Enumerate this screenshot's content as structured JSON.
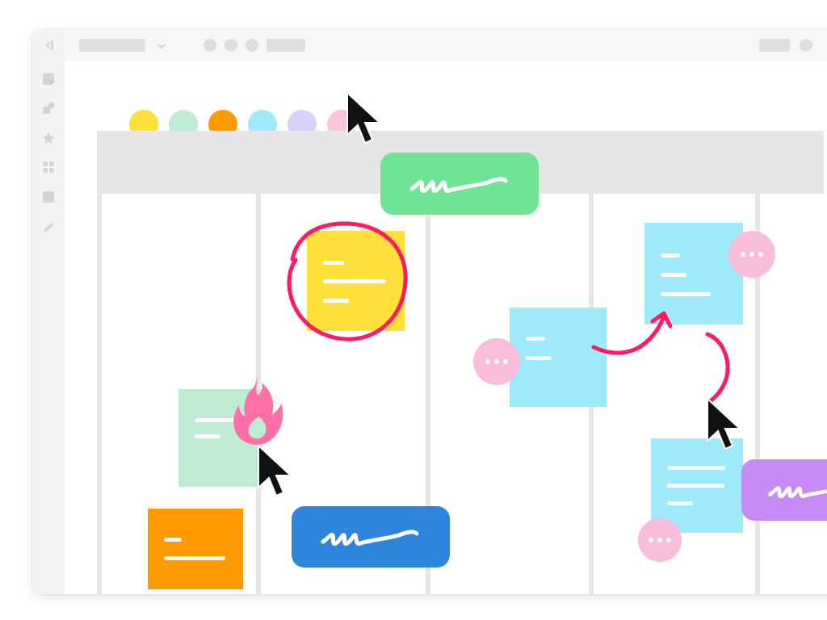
{
  "palette": {
    "swatches": [
      {
        "name": "yellow",
        "color": "#ffe03a"
      },
      {
        "name": "mint",
        "color": "#bfead4"
      },
      {
        "name": "orange",
        "color": "#ff9a00"
      },
      {
        "name": "cyan",
        "color": "#9eeafc"
      },
      {
        "name": "lavender",
        "color": "#d9d1fb"
      },
      {
        "name": "pink",
        "color": "#fbc4dd"
      }
    ]
  },
  "colors": {
    "note_yellow": "#ffe03a",
    "note_mint": "#bfead4",
    "note_orange": "#ff9a00",
    "note_cyan": "#9eeafc",
    "tag_green": "#6fe495",
    "tag_blue": "#2d86db",
    "tag_purple": "#c88af5",
    "annotation_red": "#ff1a66",
    "fire_pink": "#ff6fa8",
    "row_pink": "#fbc4dd",
    "row_lavender": "#d9d1fb",
    "more_button": "#f7bdd9"
  },
  "icons": {
    "collapse": "collapse-sidebar-icon",
    "sticky": "sticky-note-icon",
    "shapes": "shapes-icon",
    "star": "star-icon",
    "grid": "grid-icon",
    "frame": "frame-icon",
    "pen": "pen-icon",
    "chevron": "chevron-down-icon",
    "fire": "fire-icon",
    "cursor": "cursor-icon",
    "more": "more-dots-icon"
  }
}
